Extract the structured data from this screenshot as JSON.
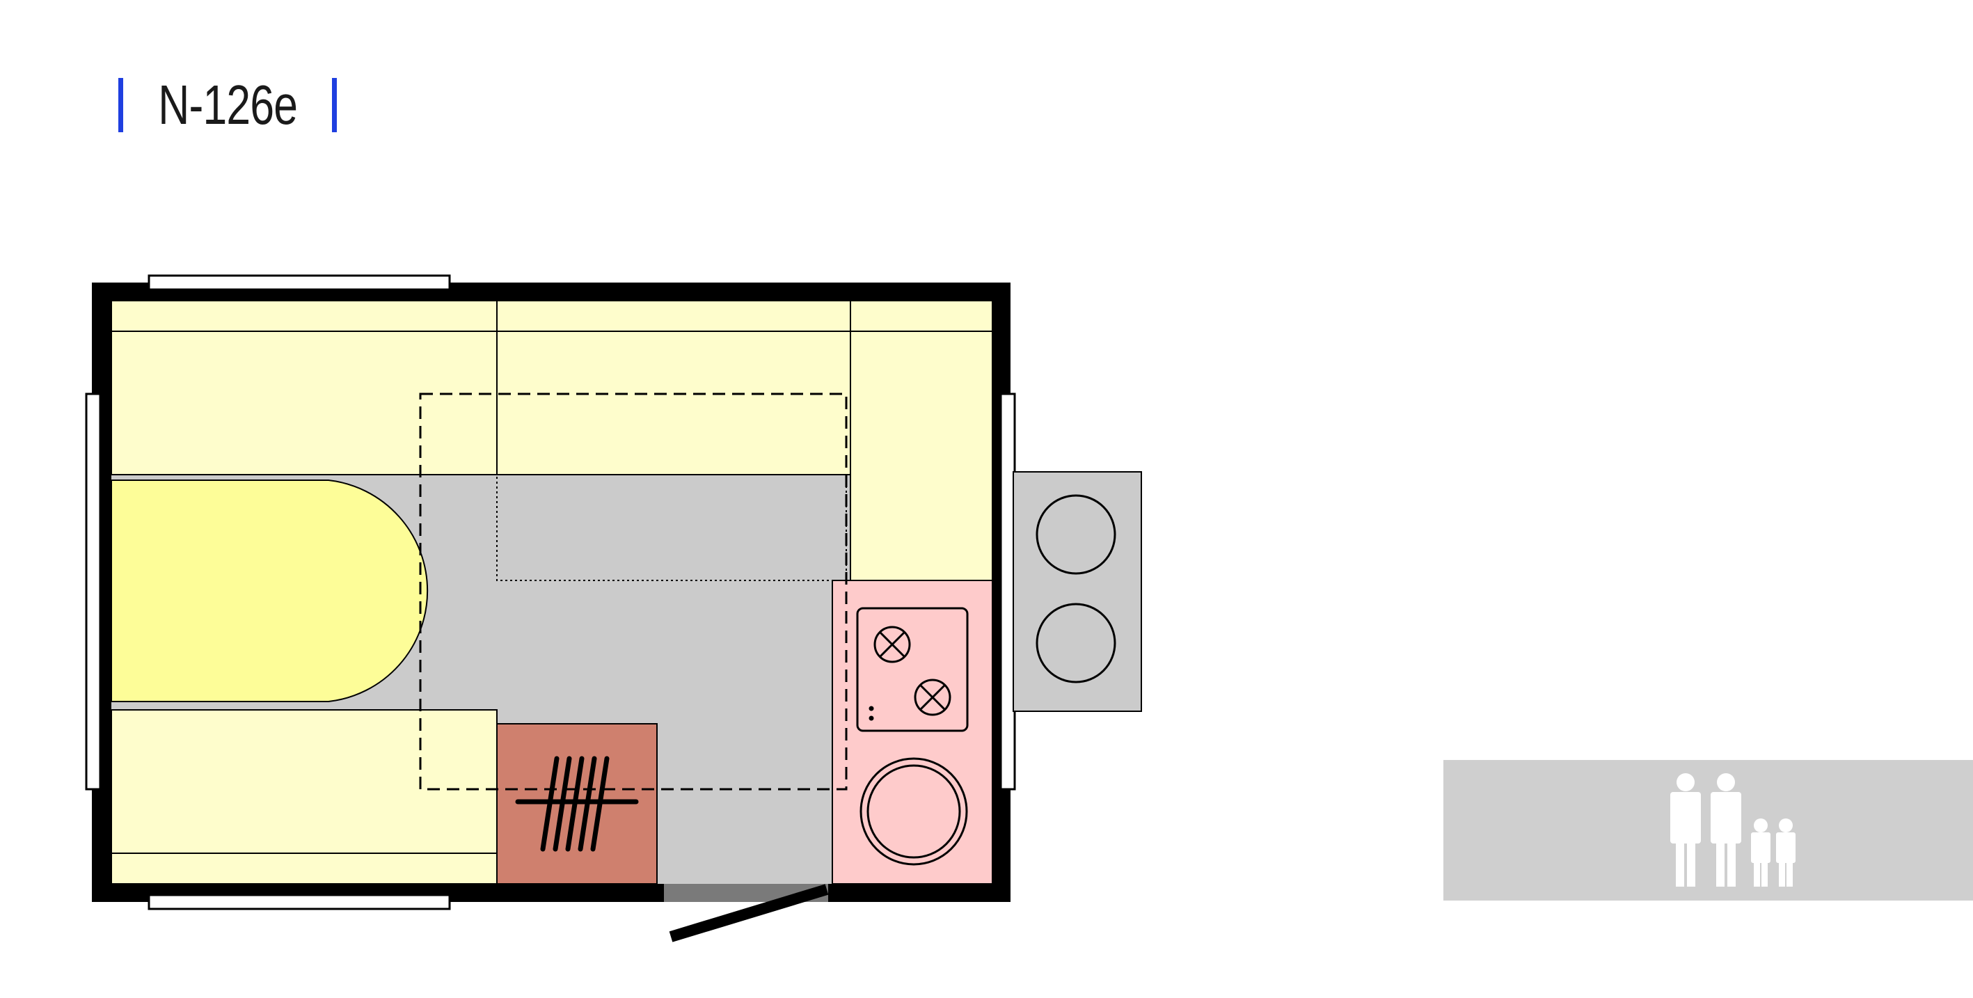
{
  "model": {
    "name": "N-126e",
    "accent_color": "#1f3fe0"
  },
  "colors": {
    "wall": "#000000",
    "seat_cushion": "#fefdcc",
    "table": "#fdfd98",
    "floor": "#cbcbcb",
    "kitchen": "#fecbcb",
    "heater": "#cf806e",
    "window": "#ffffff",
    "occupancy_panel": "#cfcfcf",
    "person": "#ffffff"
  },
  "occupancy": {
    "adults": 2,
    "children": 2
  },
  "icons": [
    "two-burner-hob-icon",
    "sink-icon",
    "heater-icon",
    "person-icon",
    "gas-bottle-icon"
  ]
}
